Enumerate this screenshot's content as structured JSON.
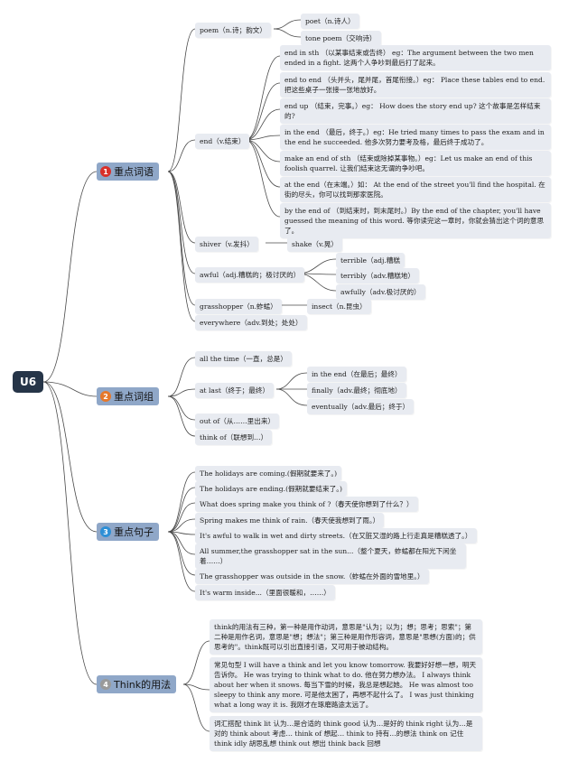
{
  "root": {
    "label": "U6"
  },
  "categories": {
    "c1": {
      "label": "重点词语",
      "badge": "1",
      "badge_color": "#d9302a"
    },
    "c2": {
      "label": "重点词组",
      "badge": "2",
      "badge_color": "#e5782b"
    },
    "c3": {
      "label": "重点句子",
      "badge": "3",
      "badge_color": "#2d8fd6"
    },
    "c4": {
      "label": "Think的用法",
      "badge": "4",
      "badge_color": "#9a9a9a"
    }
  },
  "words": {
    "poem": "poem（n.诗；韵文）",
    "poet": "poet（n.诗人）",
    "tone_poem": "tone poem（交响诗）",
    "end": "end（v.结束）",
    "end_in_sth": "end in sth （以某事结束或告终） eg：The argument between the two men ended in a fight. 这两个人争吵到最后打了起来。",
    "end_to_end": "end to end （头并头，尾并尾，首尾衔接。）eg：          Place these tables end to end. 把这些桌子一张接一张地放好。",
    "end_up": "end up （结束，完事。）eg：         How does the story end up? 这个故事是怎样结束的?",
    "in_the_end": "in the end （最后，终于。）eg：He tried many times to pass the exam and in the end he succeeded. 他多次努力要考及格，最后终于成功了。",
    "make_an_end": "make an end of sth （结束或除掉某事物。）eg：Let us make an end of this foolish quarrel. 让我们结束这无谓的争吵吧。",
    "at_the_end": "at the end（在末端。）如：         At the end of the street you'll find the hospital. 在街的尽头，你可以找到那家医院。",
    "by_the_end": "by the end of （到结束时，到末尾时。）By the end of the chapter, you'll have guessed the meaning of this word. 等你读完这一章时，你就会猜出这个词的意思了。",
    "shiver": "shiver（v.发抖）",
    "shake": "shake（v.晃）",
    "awful": "awful（adj.糟糕的；极讨厌的）",
    "terrible": "terrible（adj.糟糕",
    "terribly": "terribly（adv.糟糕地）",
    "awfully": "awfully（adv.极讨厌的）",
    "grasshopper": "grasshopper（n.蚱蜢）",
    "insect": "insect（n.昆虫）",
    "everywhere": "everywhere（adv.到处；处处）"
  },
  "phrases": {
    "all_the_time": "all the time（一直，总是）",
    "at_last": "at last（终于；最终）",
    "in_the_end": "in the end（在最后；最终）",
    "finally": "finally（adv.最终；彻底地）",
    "eventually": "eventually（adv.最后；终于）",
    "out_of": "out of（从……里出来）",
    "think_of": "think of（联想到…）"
  },
  "sentences": {
    "s1": "The holidays are coming.(假期就要来了。)",
    "s2": "The holidays are ending.(假期就要结束了。)",
    "s3": "What does spring make you think of ?（春天使你想到了什么？）",
    "s4": "Spring makes me think of rain.（春天使我想到了雨。）",
    "s5": "It's awful to walk in wet and dirty streets.（在又脏又湿的路上行走真是糟糕透了。）",
    "s6": "All summer,the grasshopper sat in the sun...（整个夏天，蚱蜢都在阳光下闲坐着……）",
    "s7": "The grasshopper was outside in the snow.（蚱蜢在外面的雪地里。）",
    "s8": "It's warm inside...（里面很暖和，……）"
  },
  "think": {
    "t1": "think的用法有三种，第一种是用作动词，意思是\"认为；以为；想；思考；思索\"；第二种是用作名词，意思是\"想；想法\"；第三种是用作形容词，意思是\"思想(方面)的；供思考的\"。think既可以引出直接引语，又可用于被动结构。",
    "t2": "常见句型 I will have a think and let you know tomorrow. 我要好好想一想，明天告诉你。 He was trying to think what to do. 他在努力想办法。 I always think about her when it snows. 每当下雪的时候，我总是想起她。 He was almost too sleepy to think any more. 可是他太困了，再想不起什么了。 I was just thinking what a long way it is. 我刚才在琢磨路途太远了。",
    "t3": "词汇搭配 think lit 认为…是合适的 think good 认为…是好的 think right 认为…是对的 think about 考虑… think of 想起… think to 持有…的想法 think on 记住 think idly 胡思乱想 think out 想出 think back 回想"
  }
}
